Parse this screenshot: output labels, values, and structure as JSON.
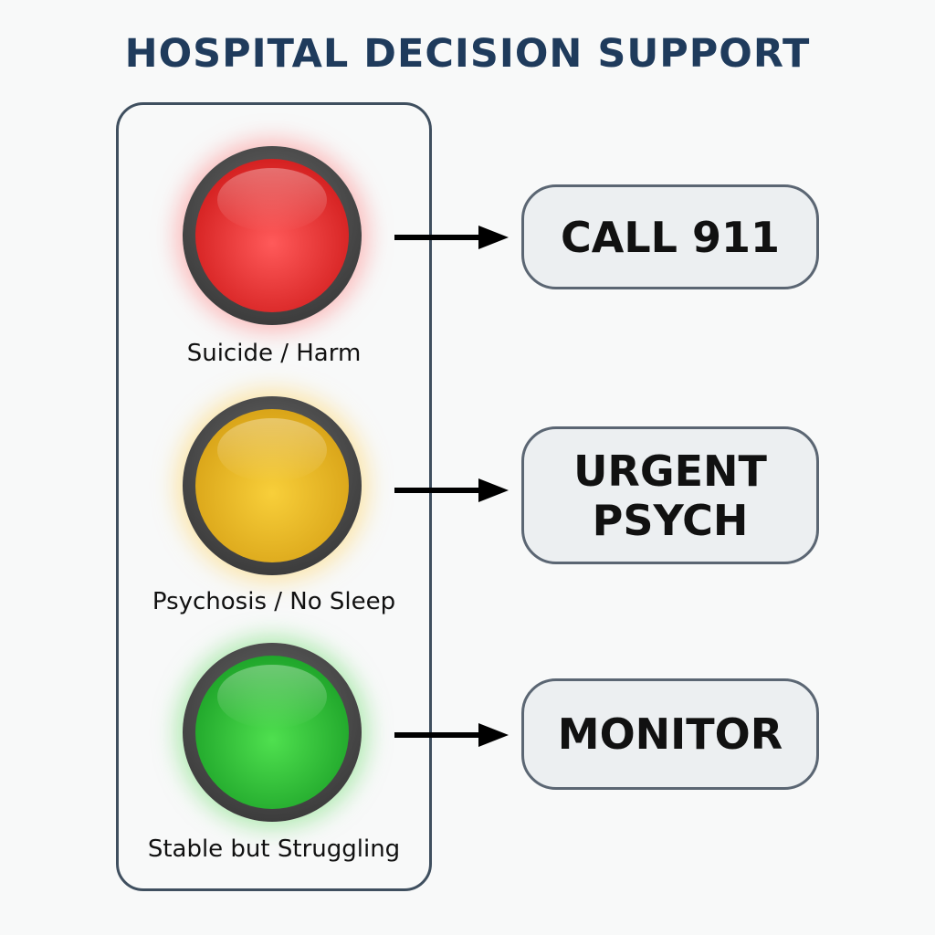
{
  "title": "HOSPITAL DECISION SUPPORT",
  "levels": [
    {
      "color": "#e02a2a",
      "label": "Suicide / Harm",
      "action": "CALL 911"
    },
    {
      "color": "#e8b325",
      "label": "Psychosis / No Sleep",
      "action_line1": "URGENT",
      "action_line2": "PSYCH"
    },
    {
      "color": "#2dbb3a",
      "label": "Stable but Struggling",
      "action": "MONITOR"
    }
  ]
}
